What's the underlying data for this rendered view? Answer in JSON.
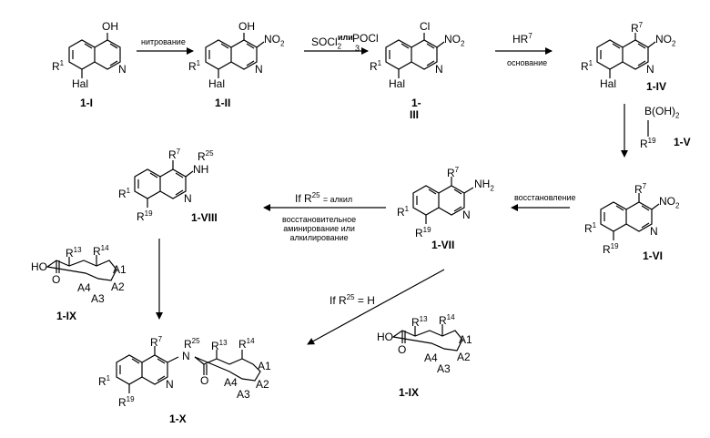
{
  "compounds": {
    "c1_I": "1-I",
    "c1_II": "1-II",
    "c1_III_a": "1-",
    "c1_III_b": "III",
    "c1_IV": "1-IV",
    "c1_V": "1-V",
    "c1_VI": "1-VI",
    "c1_VII": "1-VII",
    "c1_VIII": "1-VIII",
    "c1_IX_left": "1-IX",
    "c1_IX_right": "1-IX",
    "c1_X": "1-X"
  },
  "reagents": {
    "nitration": "нитрование",
    "socl2": "SOCl",
    "socl2_sub": "2",
    "or": "или",
    "pocl3": "POCl",
    "pocl3_sub": "3",
    "hr7": "HR",
    "hr7_sup": "7",
    "base": "основание",
    "reduction": "восстановление",
    "if_alkyl": "If R",
    "if_alkyl_sup": "25",
    "if_alkyl_rest": "= алкил",
    "reductive_1": "восстановительное",
    "reductive_2": "аминирование  или",
    "reductive_3": "алкилирование",
    "if_h": "If R",
    "if_h_sup": "25",
    "if_h_rest": "= H",
    "boronic": "B(OH)",
    "boronic_sub": "2",
    "boronic_r": "R",
    "boronic_r_sup": "19"
  },
  "atoms": {
    "oh": "OH",
    "no2": "NO",
    "no2_sub": "2",
    "cl": "Cl",
    "hal": "Hal",
    "n": "N",
    "nh": "NH",
    "nh2": "NH",
    "nh2_sub": "2",
    "ho": "HO",
    "o": "O",
    "r": "R",
    "sup_1": "1",
    "sup_7": "7",
    "sup_13": "13",
    "sup_14": "14",
    "sup_19": "19",
    "sup_25": "25",
    "a1": "A1",
    "a2": "A2",
    "a3": "A3",
    "a4": "A4"
  }
}
